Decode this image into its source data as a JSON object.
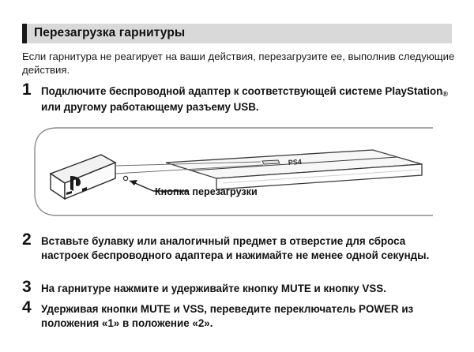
{
  "document": {
    "heading": "Перезагрузка гарнитуры",
    "intro": "Если гарнитура не реагирует на ваши действия, перезагрузите ее, выполнив следующие действия.",
    "steps": [
      {
        "number": "1",
        "text_part1": "Подключите беспроводной адаптер к соответствующей системе PlayStation",
        "text_sub": "®",
        "text_part2": " или другому работающему разъему USB."
      },
      {
        "number": "2",
        "text": "Вставьте булавку или аналогичный предмет в отверстие для сброса настроек беспроводного адаптера и нажимайте не менее одной секунды."
      },
      {
        "number": "3",
        "text": "На гарнитуре нажмите и удерживайте кнопку MUTE и кнопку VSS."
      },
      {
        "number": "4",
        "text": "Удерживая кнопки MUTE и VSS, переведите переключатель POWER из положения «1» в положение «2»."
      }
    ],
    "figure": {
      "callout_label": "Кнопка перезагрузки",
      "console_logo": "PS4",
      "adapter_icon": "playstation-logo-icon"
    },
    "colors": {
      "heading_bar_bg": "#d9d9d9",
      "heading_accent": "#1a1a1a",
      "text": "#111111",
      "line": "#333333"
    }
  }
}
